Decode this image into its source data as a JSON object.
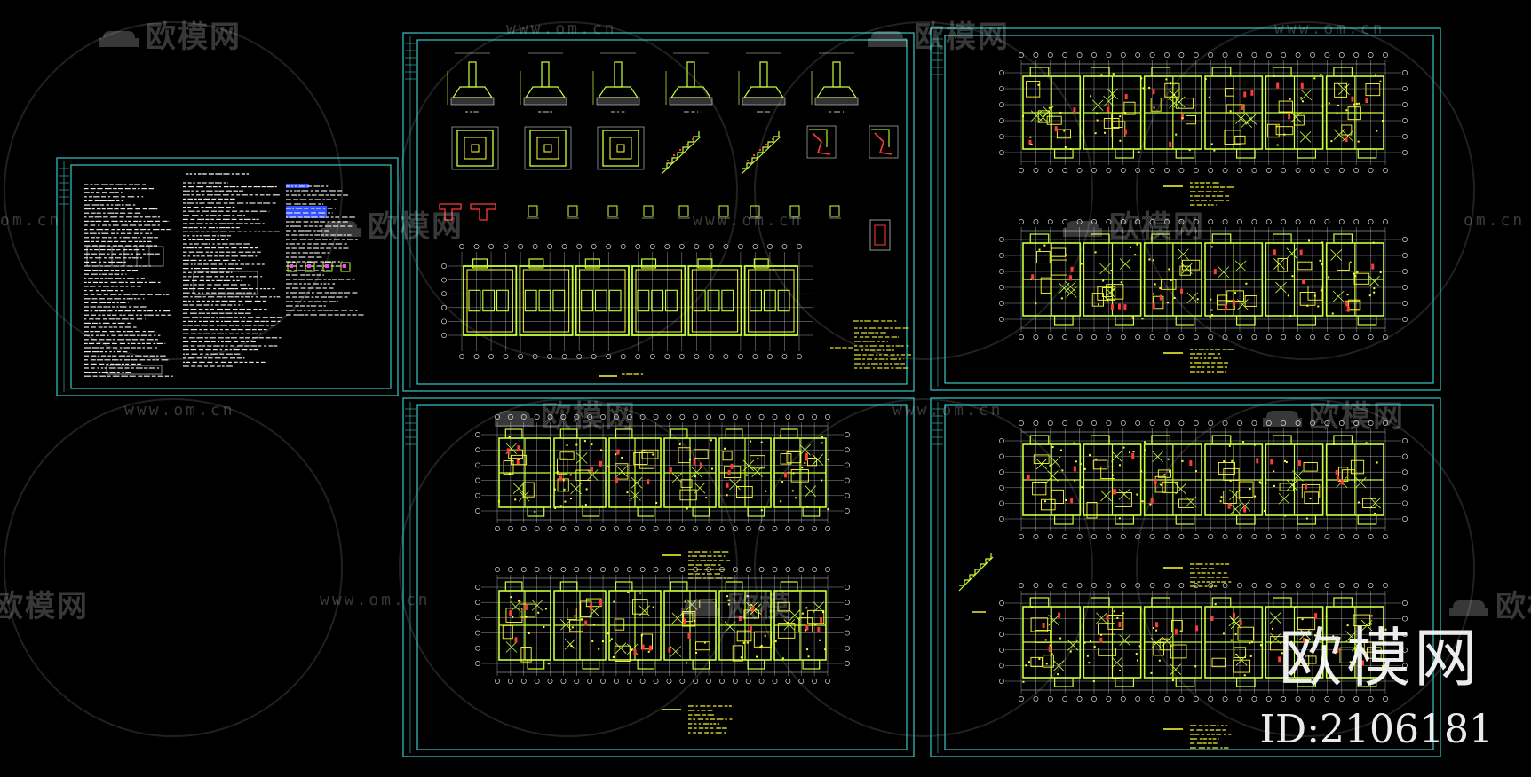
{
  "watermark": {
    "brand": "欧模网",
    "url": "www.om.cn",
    "url_short": "om.cn",
    "brand_partial": "欧模网",
    "brand_left": "欧模"
  },
  "badge": {
    "brand": "欧模网",
    "id_text": "ID:2106181"
  },
  "colors": {
    "background": "#000000",
    "frame": "#35c7c7",
    "linework": "#c8ff3a",
    "highlight": "#ffff33",
    "accent_red": "#ff3a3a",
    "grid": "#d8d8d8",
    "note_blue": "#3050ff",
    "magenta": "#ff40ff"
  },
  "sheets": [
    {
      "id": "design-notes",
      "kind": "notes"
    },
    {
      "id": "foundation-plan",
      "kind": "foundation"
    },
    {
      "id": "floor-plans-a",
      "kind": "plans"
    },
    {
      "id": "floor-plans-b",
      "kind": "plans"
    },
    {
      "id": "floor-plans-c",
      "kind": "plans"
    }
  ]
}
